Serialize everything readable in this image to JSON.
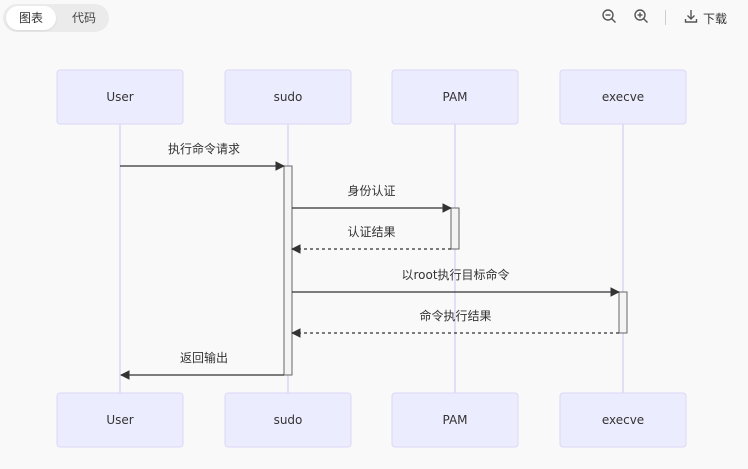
{
  "toolbar": {
    "tabs": [
      {
        "label": "图表",
        "active": true
      },
      {
        "label": "代码",
        "active": false
      }
    ],
    "zoom_out_icon": "zoom-out-icon",
    "zoom_in_icon": "zoom-in-icon",
    "download_label": "下载"
  },
  "diagram": {
    "type": "sequence",
    "participants": [
      "User",
      "sudo",
      "PAM",
      "execve"
    ],
    "messages": [
      {
        "from": "User",
        "to": "sudo",
        "text": "执行命令请求",
        "style": "solid"
      },
      {
        "from": "sudo",
        "to": "PAM",
        "text": "身份认证",
        "style": "solid"
      },
      {
        "from": "PAM",
        "to": "sudo",
        "text": "认证结果",
        "style": "dashed"
      },
      {
        "from": "sudo",
        "to": "execve",
        "text": "以root执行目标命令",
        "style": "solid"
      },
      {
        "from": "execve",
        "to": "sudo",
        "text": "命令执行结果",
        "style": "dashed"
      },
      {
        "from": "sudo",
        "to": "User",
        "text": "返回输出",
        "style": "solid"
      }
    ],
    "colors": {
      "actor_fill": "#ececff",
      "actor_stroke": "#dcd6f6",
      "lifeline": "#dcd6f6",
      "line": "#333333",
      "activation_fill": "#f4f4f4"
    }
  }
}
